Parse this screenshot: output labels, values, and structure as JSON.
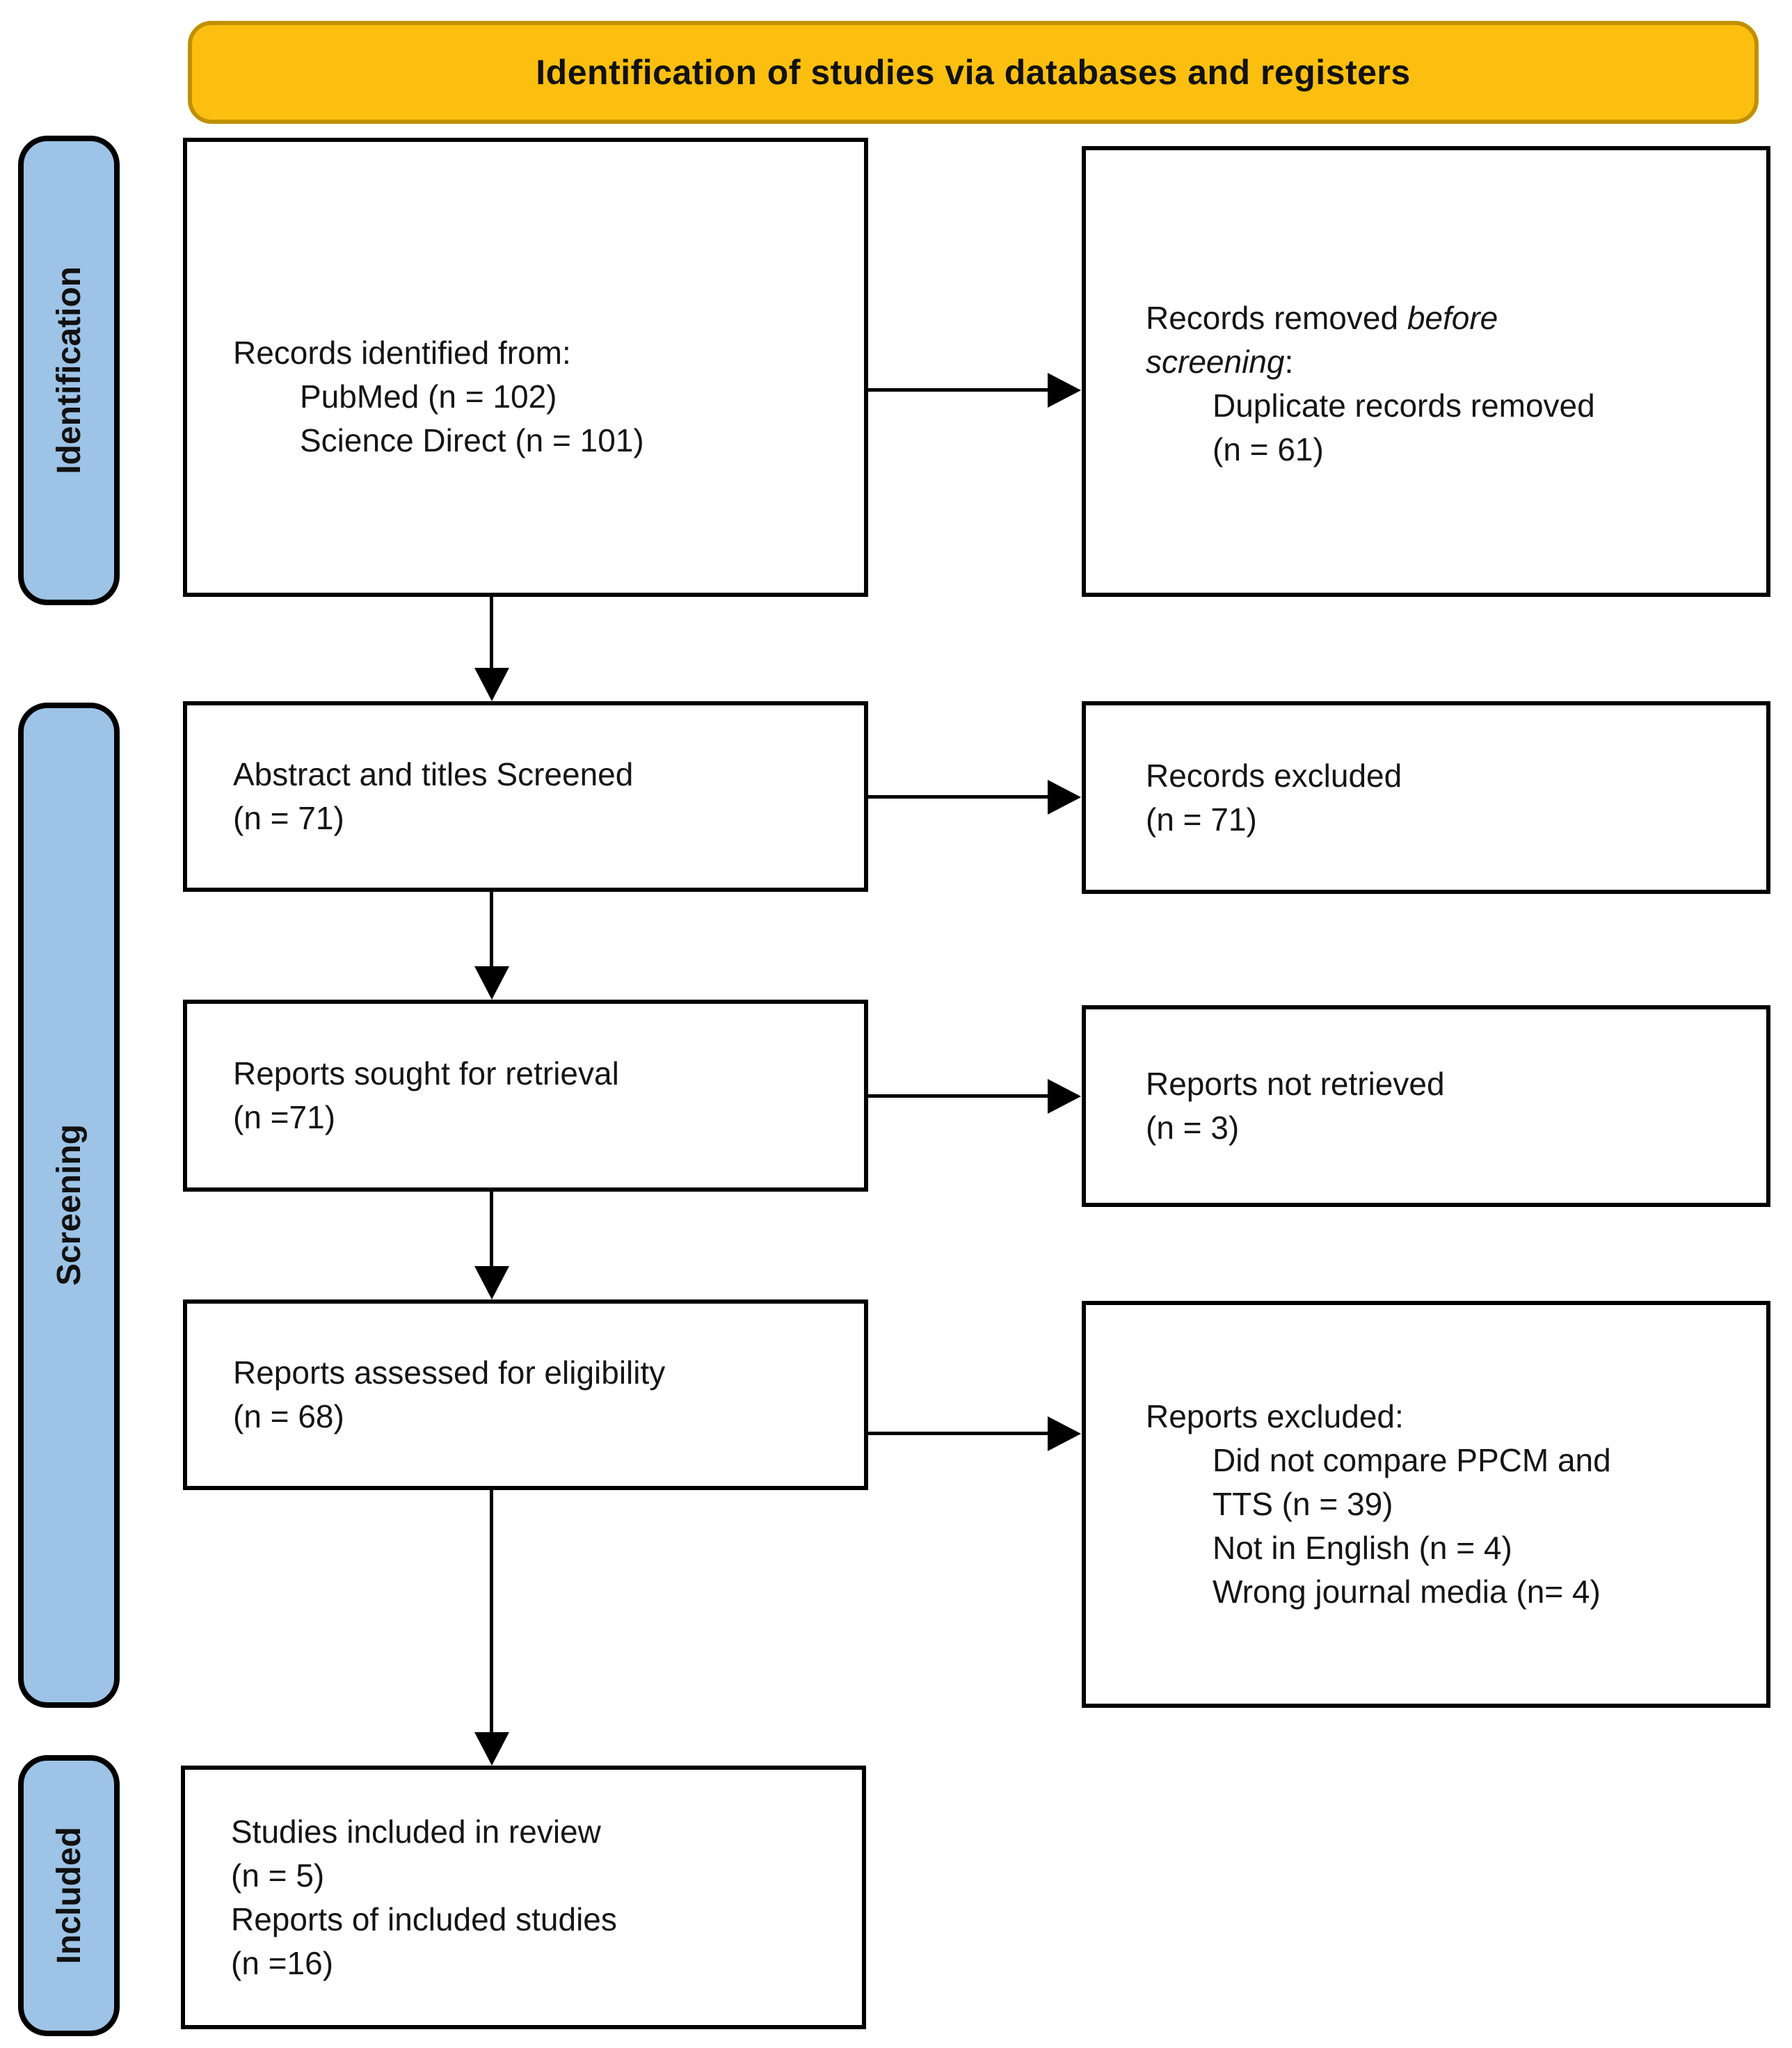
{
  "header": {
    "title": "Identification of studies via databases and registers"
  },
  "stages": {
    "identification": "Identification",
    "screening": "Screening",
    "included": "Included"
  },
  "boxes": {
    "records_identified": {
      "line1": "Records identified from:",
      "line2": "PubMed (n = 102)",
      "line3": "Science Direct (n = 101)"
    },
    "records_removed": {
      "line1_normal": "Records removed ",
      "line1_italic": "before",
      "line2_italic": "screening",
      "line2_normal": ":",
      "line3": "Duplicate records removed",
      "line4": "(n = 61)"
    },
    "abstracts_screened": {
      "line1": "Abstract and titles Screened",
      "line2": "(n = 71)"
    },
    "records_excluded": {
      "line1": "Records excluded",
      "line2": "(n = 71)"
    },
    "reports_sought": {
      "line1": "Reports sought for retrieval",
      "line2": "(n =71)"
    },
    "reports_not_retrieved": {
      "line1": "Reports not retrieved",
      "line2": "(n = 3)"
    },
    "reports_assessed": {
      "line1": "Reports assessed for eligibility",
      "line2": "(n = 68)"
    },
    "reports_excluded": {
      "line1": "Reports excluded:",
      "line2": "Did not compare PPCM and",
      "line3": "TTS (n = 39)",
      "line4": "Not in English (n = 4)",
      "line5": "Wrong journal media (n= 4)"
    },
    "studies_included": {
      "line1": "Studies included in review",
      "line2": "(n = 5)",
      "line3": "Reports of included studies",
      "line4": "(n =16)"
    }
  },
  "colors": {
    "banner_fill": "#FCBF10",
    "banner_border": "#BF9000",
    "stage_fill": "#9DC3E6",
    "box_border": "#000000",
    "text": "#151515"
  }
}
